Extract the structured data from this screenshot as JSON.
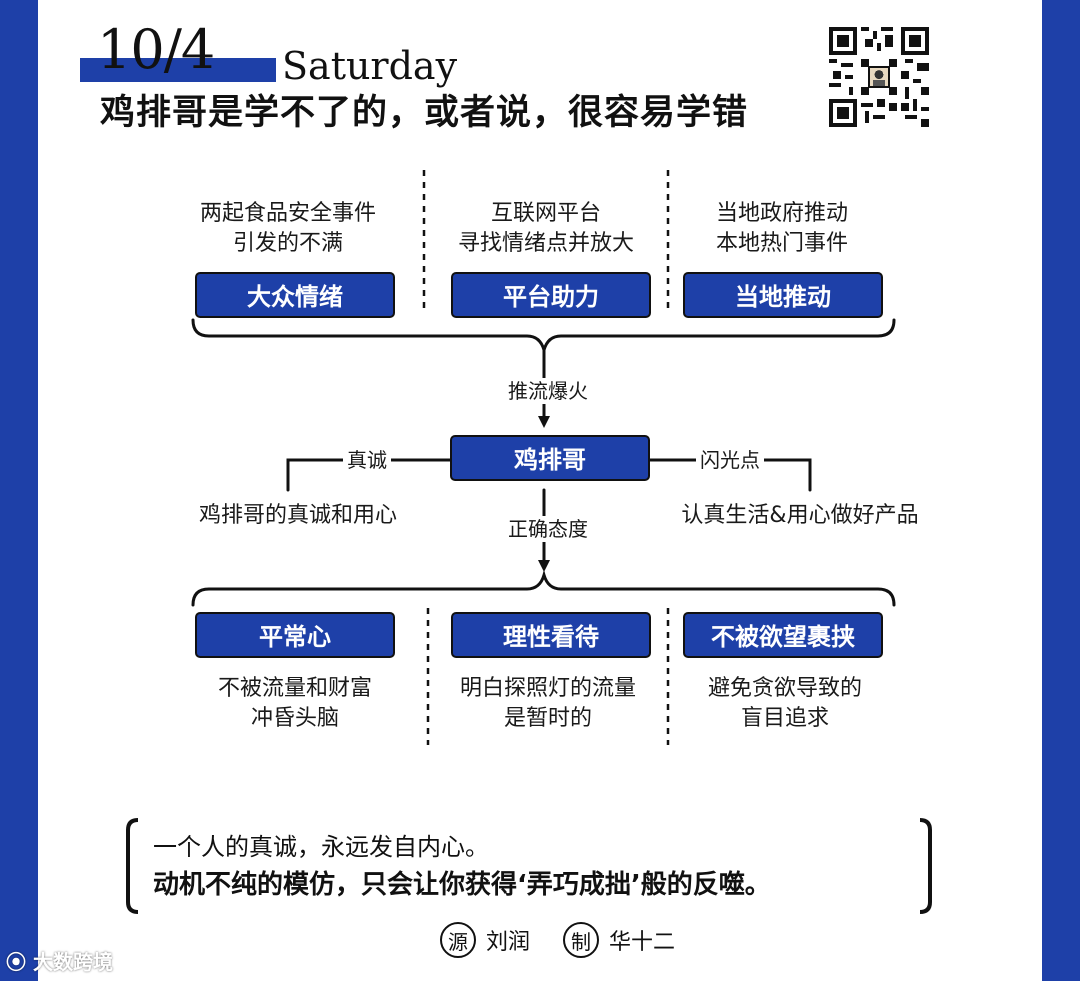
{
  "colors": {
    "accent": "#1e40a8",
    "box_fill": "#1e40a8",
    "line": "#111111"
  },
  "header": {
    "date": "10/4",
    "weekday": "Saturday",
    "headline": "鸡排哥是学不了的，或者说，很容易学错"
  },
  "qr": {
    "icon": "qr-code-icon"
  },
  "top_row": [
    {
      "desc": [
        "两起食品安全事件",
        "引发的不满"
      ],
      "box": "大众情绪"
    },
    {
      "desc": [
        "互联网平台",
        "寻找情绪点并放大"
      ],
      "box": "平台助力"
    },
    {
      "desc": [
        "当地政府推动",
        "本地热门事件"
      ],
      "box": "当地推动"
    }
  ],
  "arrow1_label": "推流爆火",
  "center": {
    "box": "鸡排哥",
    "left_label": "真诚",
    "left_desc": "鸡排哥的真诚和用心",
    "right_label": "闪光点",
    "right_desc": "认真生活&用心做好产品"
  },
  "arrow2_label": "正确态度",
  "bottom_row": [
    {
      "box": "平常心",
      "desc": [
        "不被流量和财富",
        "冲昏头脑"
      ]
    },
    {
      "box": "理性看待",
      "desc": [
        "明白探照灯的流量",
        "是暂时的"
      ]
    },
    {
      "box": "不被欲望裹挟",
      "desc": [
        "避免贪欲导致的",
        "盲目追求"
      ]
    }
  ],
  "quote": {
    "line1": "一个人的真诚，永远发自内心。",
    "line2": "动机不纯的模仿，只会让你获得‘弄巧成拙’般的反噬。"
  },
  "credits": {
    "source_badge": "源",
    "source_name": "刘润",
    "maker_badge": "制",
    "maker_name": "华十二"
  },
  "watermark": "大数跨境"
}
